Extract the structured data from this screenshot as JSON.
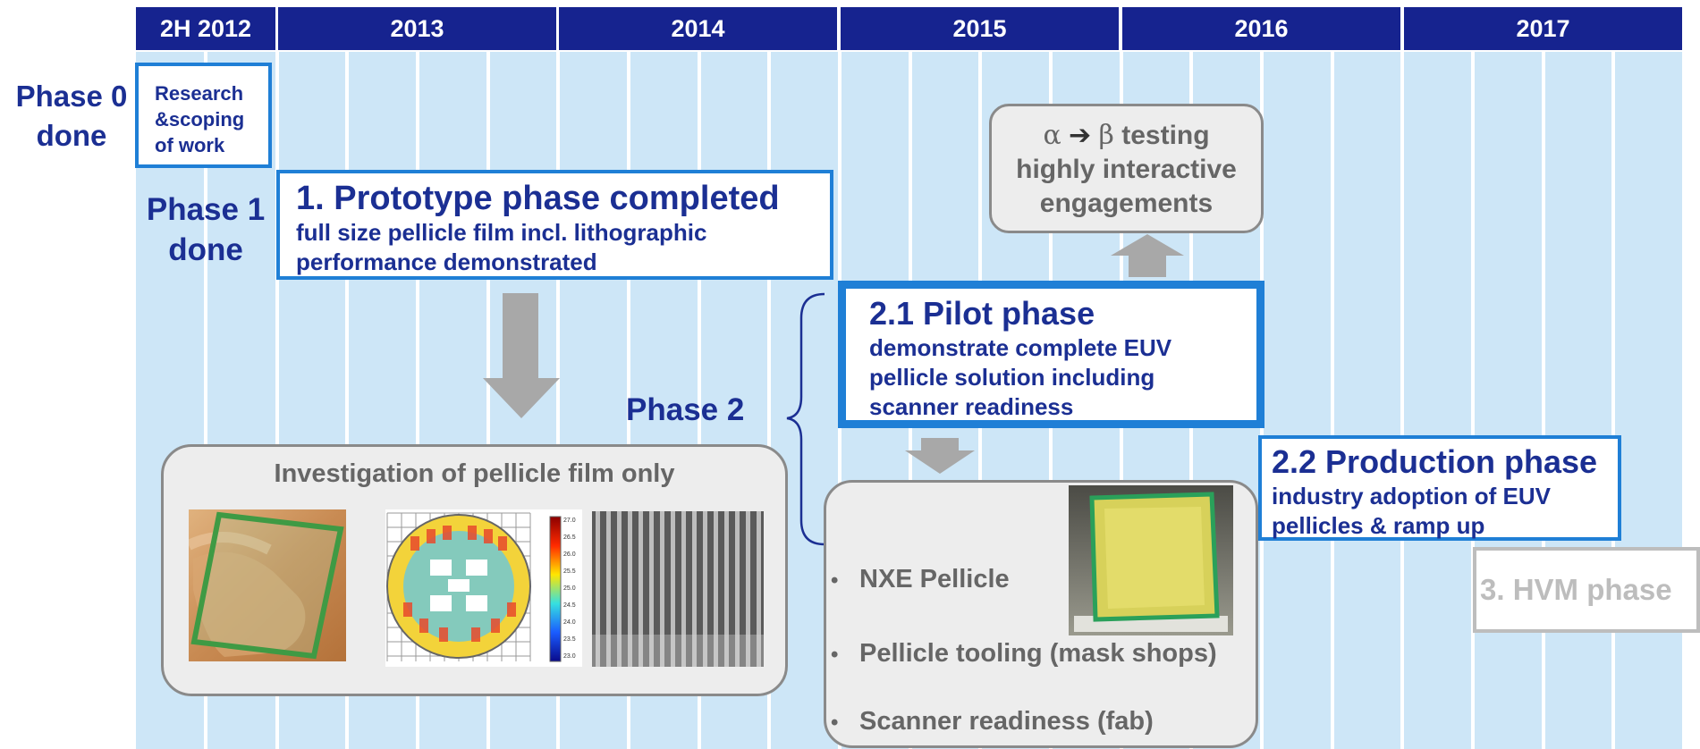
{
  "years": [
    "2H 2012",
    "2013",
    "2014",
    "2015",
    "2016",
    "2017"
  ],
  "phase0": {
    "label_line1": "Phase 0",
    "label_line2": "done",
    "box_lines": [
      "Research",
      "&scoping",
      "of work"
    ]
  },
  "phase1": {
    "label_line1": "Phase 1",
    "label_line2": "done",
    "title": "1. Prototype phase completed",
    "desc_line1": "full size pellicle film incl. lithographic",
    "desc_line2": "performance demonstrated"
  },
  "investigation": {
    "title": "Investigation of pellicle film only",
    "colorbar_ticks": [
      "27.0",
      "26.5",
      "26.0",
      "25.5",
      "25.0",
      "24.5",
      "24.0",
      "23.5",
      "23.0"
    ]
  },
  "phase2": {
    "label": "Phase 2"
  },
  "testing": {
    "line1_alpha": "α",
    "line1_arrow": "➔",
    "line1_beta": "β",
    "line1_rest": "testing",
    "line2": "highly interactive",
    "line3": "engagements"
  },
  "pilot": {
    "title": "2.1 Pilot phase",
    "desc_lines": [
      "demonstrate complete EUV",
      "pellicle solution including",
      "scanner readiness"
    ]
  },
  "deliverables": {
    "bullet": "•",
    "items": [
      "NXE Pellicle",
      "Pellicle tooling (mask shops)",
      "Scanner readiness (fab)"
    ]
  },
  "production": {
    "title": "2.2 Production phase",
    "desc_line1": "industry adoption of  EUV",
    "desc_line2": "pellicles & ramp up"
  },
  "hvm": {
    "label": "3. HVM phase"
  },
  "colors": {
    "header_navy": "#16238f",
    "text_navy": "#1b2f93",
    "box_blue": "#1f7fd6",
    "light_blue_bg": "#cde6f7",
    "arrow_gray": "#a8a8a8",
    "hvm_gray": "#bdbdbd"
  }
}
